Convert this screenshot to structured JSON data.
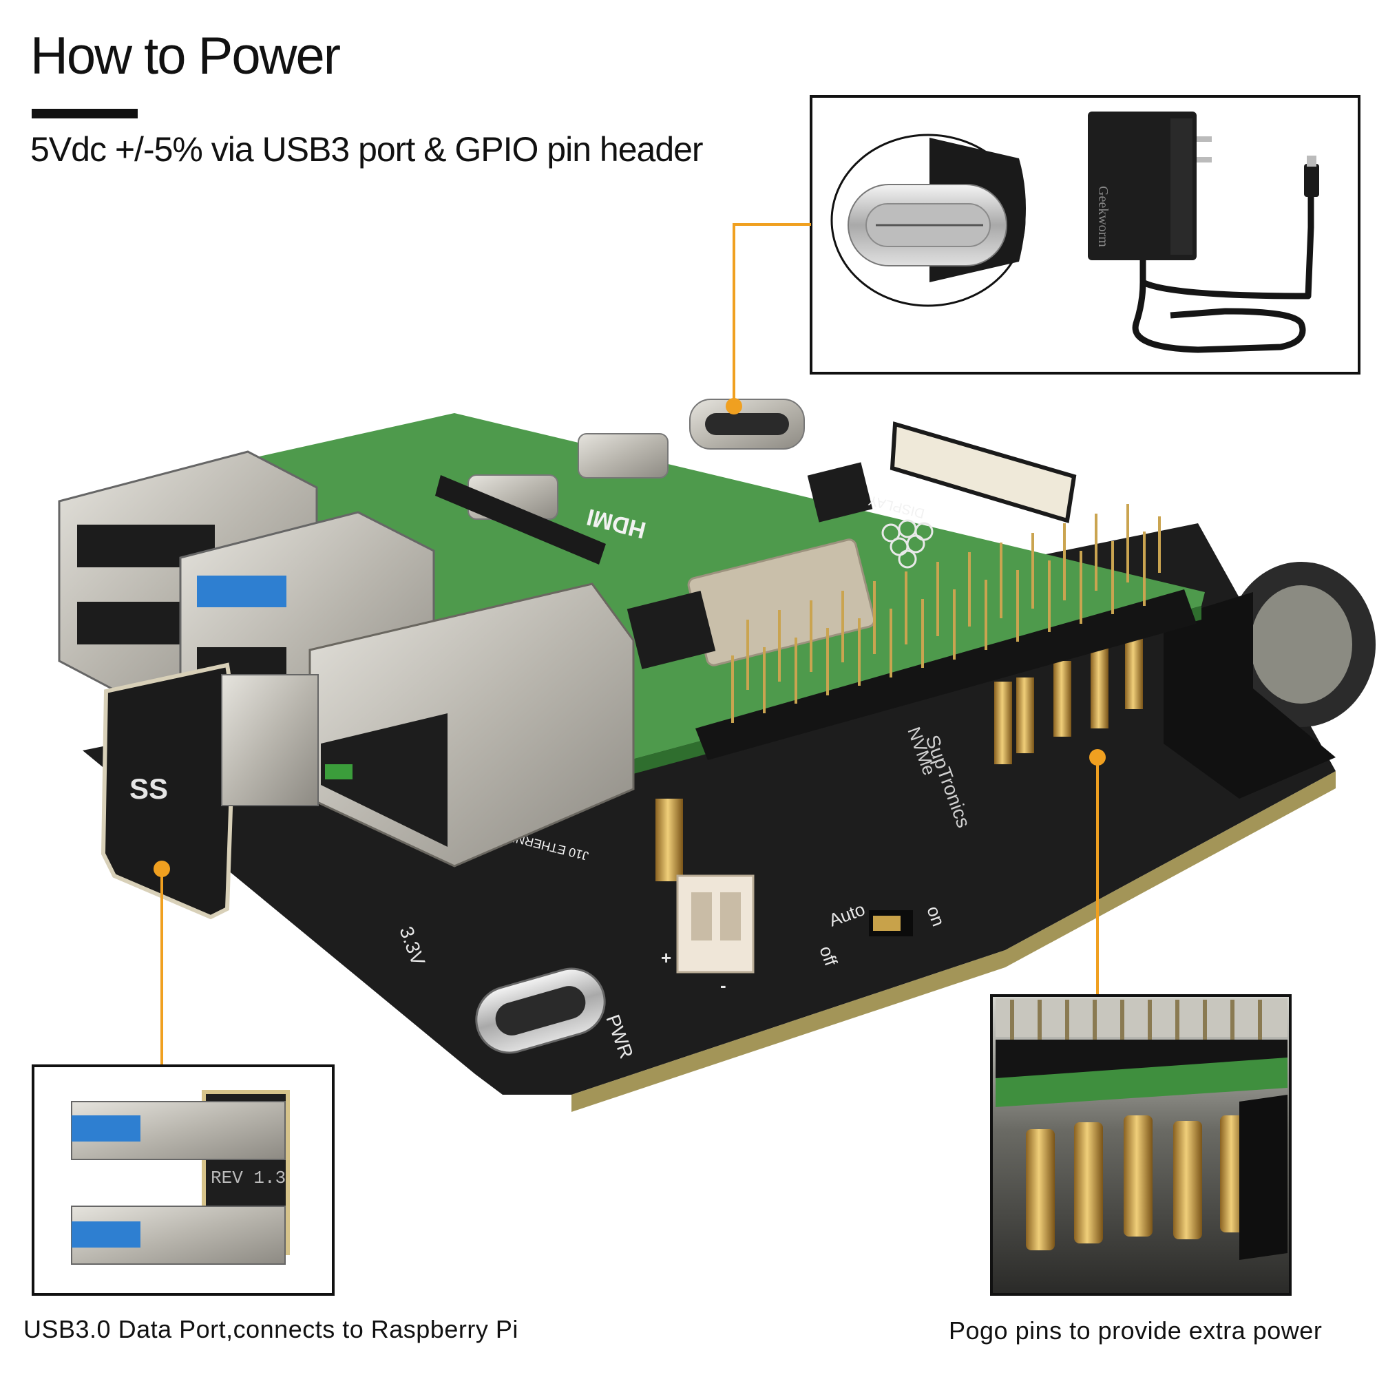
{
  "header": {
    "title": "How to Power",
    "subtitle": "5Vdc +/-5%  via USB3 port & GPIO pin header"
  },
  "callouts": {
    "usb_c_adapter": {
      "brand_label": "Geekworm"
    },
    "usb_bridge": {
      "rev_label": "REV 1.3"
    },
    "captions": {
      "left": "USB3.0 Data Port,connects to Raspberry Pi",
      "right": "Pogo pins to provide extra power"
    }
  },
  "board": {
    "silk_hdmi": "HDMI",
    "silk_ethernet": "J10  ETHERNET",
    "silk_display": "DISPLAY",
    "silk_nvme": "NVMe",
    "silk_suptronics": "SupTronics",
    "silk_3v3": "3.3V",
    "silk_auto": "Auto",
    "silk_on": "on",
    "silk_off": "off",
    "silk_pwr": "PWR",
    "silk_plus": "+",
    "silk_minus": "-",
    "silk_ss": "SS"
  },
  "colors": {
    "accent_orange": "#f0a020",
    "frame_border": "#111111",
    "pcb_green": "#4e9a4c",
    "pcb_black": "#1d1d1d",
    "metal": "#c8c6c0",
    "usb_blue": "#2e7fd1",
    "gold": "#c99a3a"
  }
}
